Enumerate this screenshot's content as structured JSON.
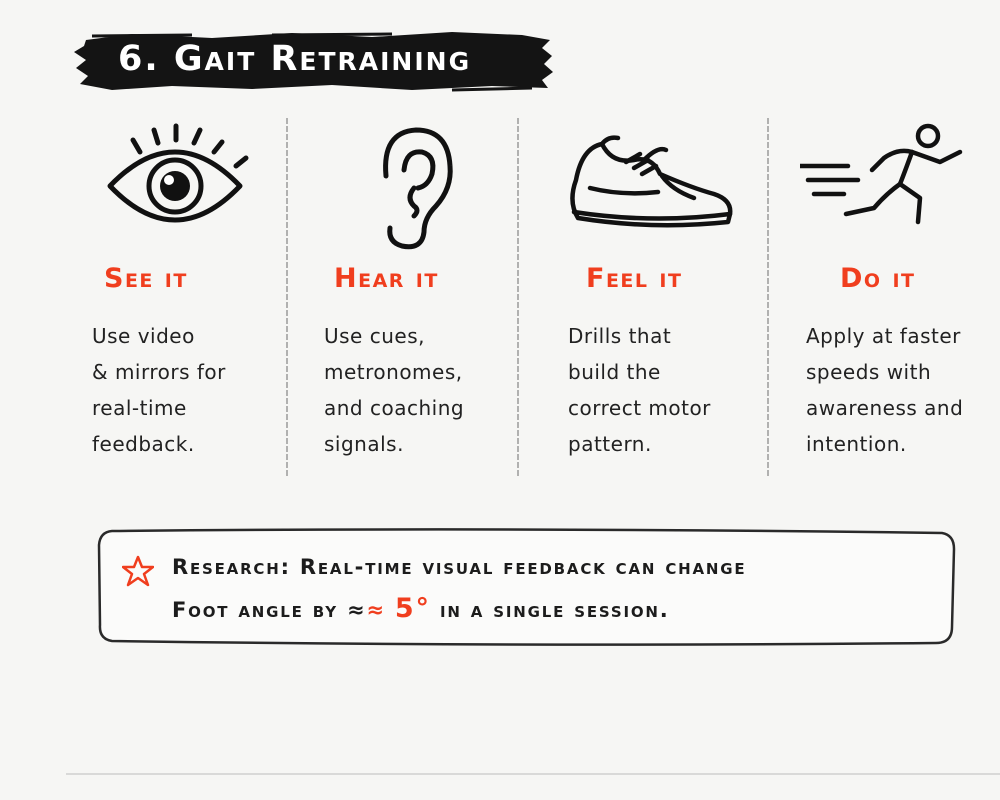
{
  "title": "6. Gait Retraining",
  "colors": {
    "accent": "#f03e1e",
    "ink": "#1e1e1e",
    "banner": "#141414",
    "background": "#f6f6f4"
  },
  "steps": [
    {
      "icon": "eye-icon",
      "heading": "See it",
      "lines": [
        "Use video",
        "& mirrors for",
        "real-time",
        "feedback."
      ]
    },
    {
      "icon": "ear-icon",
      "heading": "Hear it",
      "lines": [
        "Use cues,",
        "metronomes,",
        "and coaching",
        "signals."
      ]
    },
    {
      "icon": "shoe-icon",
      "heading": "Feel it",
      "lines": [
        "Drills that",
        "build the",
        "correct motor",
        "pattern."
      ]
    },
    {
      "icon": "runner-icon",
      "heading": "Do it",
      "lines": [
        "Apply at faster",
        "speeds with",
        "awareness and",
        "intention."
      ]
    }
  ],
  "research": {
    "icon": "star-icon",
    "line1": "Research: Real-time visual feedback can change",
    "line2_prefix": "Foot angle by",
    "approx_1": "≈",
    "approx_2": "≈",
    "value": "5°",
    "line2_suffix": "in a single session."
  }
}
